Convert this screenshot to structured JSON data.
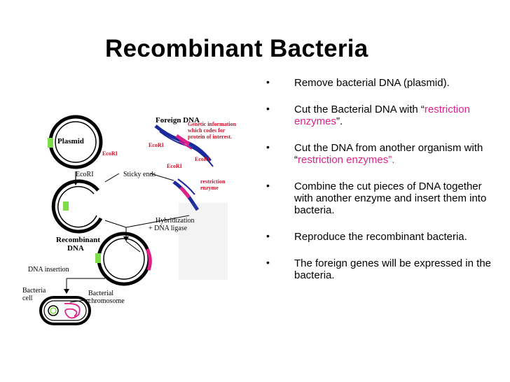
{
  "slide": {
    "title": "Recombinant Bacteria"
  },
  "bullets": [
    {
      "parts": [
        "Remove bacterial DNA (plasmid).",
        "",
        ""
      ]
    },
    {
      "parts": [
        "Cut the Bacterial DNA with “",
        "restriction enzymes",
        "”."
      ]
    },
    {
      "parts": [
        "Cut the DNA from another organism with “",
        "restriction enzymes”.",
        ""
      ]
    },
    {
      "parts": [
        "Combine the cut pieces of DNA together with another enzyme and insert them into bacteria.",
        "",
        ""
      ]
    },
    {
      "parts": [
        "Reproduce the recombinant bacteria.",
        "",
        ""
      ]
    },
    {
      "parts": [
        "The foreign genes will be expressed in the bacteria.",
        "",
        ""
      ]
    }
  ],
  "bullet_glyph": "•",
  "diagram": {
    "plasmid": "Plasmid",
    "ecori_1": "EcoRI",
    "ecori_2": "EcoRI",
    "ecori_3": "EcoRI",
    "ecori_4": "EcoRI",
    "ecori_5": "EcoRI",
    "foreign_dna_1": "Foreign",
    "foreign_dna_2": "DNA",
    "genetic_info": [
      "Genetic information",
      "which codes for",
      "protein of interest."
    ],
    "restriction_enzyme": [
      "restriction",
      "enzyme"
    ],
    "sticky_ends": "Sticky ends",
    "hybridization": [
      "Hybridization",
      "+ DNA ligase"
    ],
    "recombinant_dna": [
      "Recombinant",
      "DNA"
    ],
    "dna_insertion": "DNA insertion",
    "bacteria_cell": [
      "Bacteria",
      "cell"
    ],
    "bacterial_chromosome": [
      "Bacterial",
      "chromosome"
    ]
  },
  "colors": {
    "highlight": "#e0218a",
    "insert_magenta": "#e0218a",
    "foreign_blue": "#1a2a9c",
    "marker_green": "#7ddc4a",
    "label_red": "#d0102a"
  }
}
